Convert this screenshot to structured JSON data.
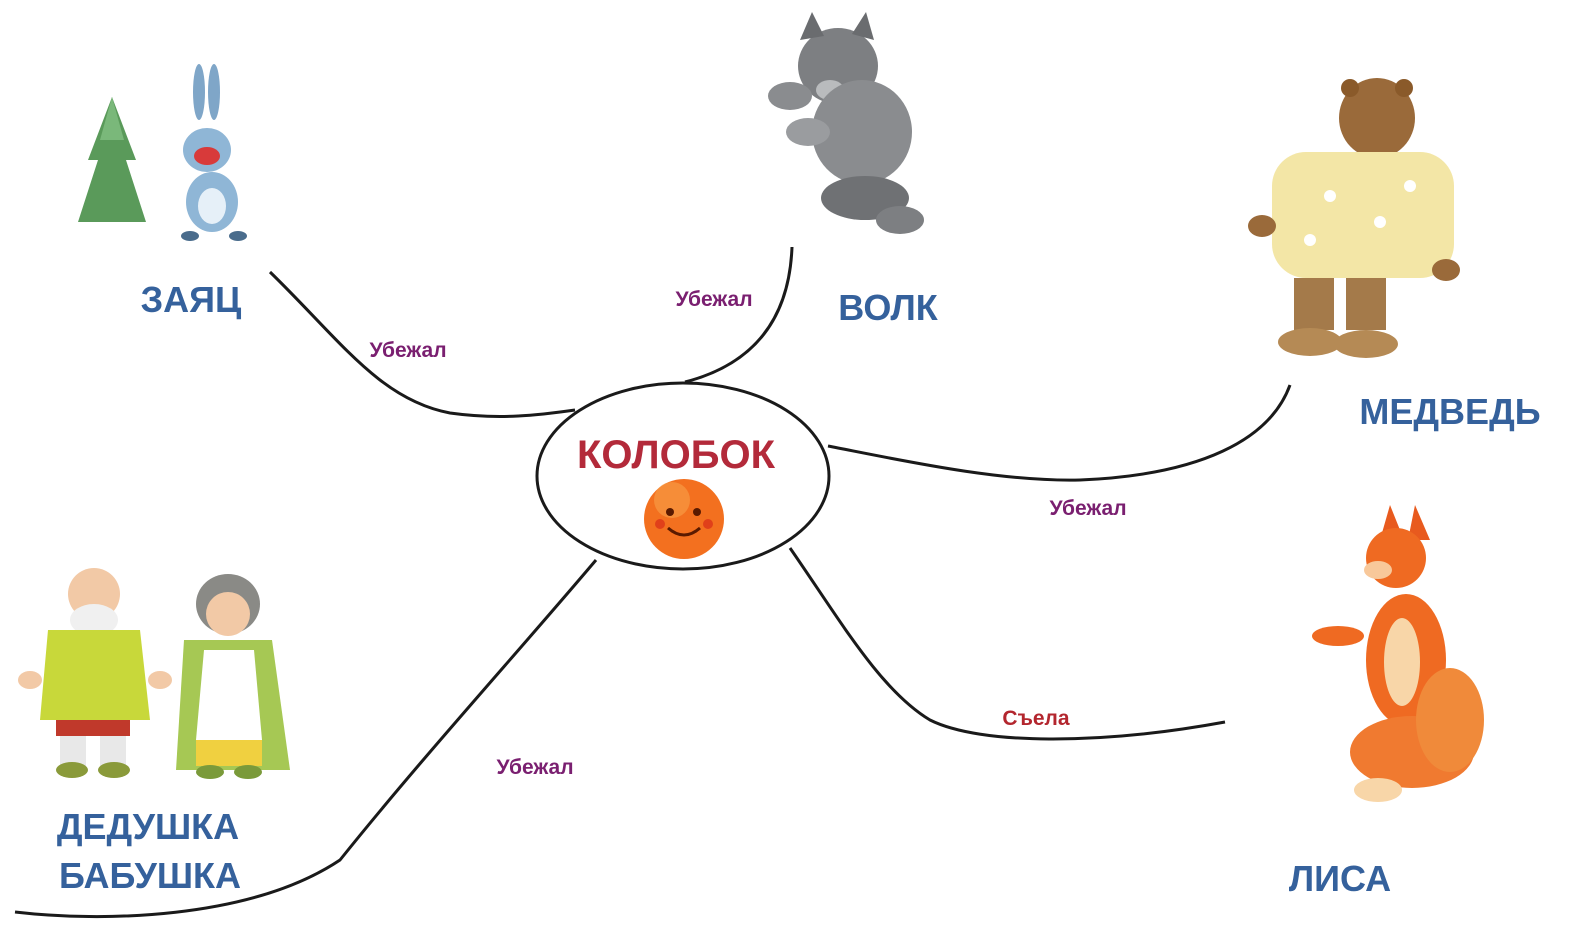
{
  "center": {
    "label": "КОЛОБОК"
  },
  "characters": {
    "hare": "ЗАЯЦ",
    "wolf": "ВОЛК",
    "bear": "МЕДВЕДЬ",
    "fox": "ЛИСА",
    "grandpa": "ДЕДУШКА",
    "grandma": "БАБУШКА"
  },
  "edges": {
    "hare": "Убежал",
    "wolf": "Убежал",
    "bear": "Убежал",
    "fox": "Съела",
    "grandparents": "Убежал"
  },
  "colors": {
    "character_label": "#35619c",
    "center_label": "#b32a3a",
    "edge_ran_away": "#7a1f70",
    "edge_ate": "#b3262e",
    "line": "#1a1a1a",
    "kolobok": "#f3701f",
    "fir_tree": "#5a9a5a"
  },
  "icons": [
    "fir-tree-icon",
    "hare-icon",
    "wolf-icon",
    "bear-icon",
    "fox-icon",
    "grandpa-icon",
    "grandma-icon",
    "kolobok-icon"
  ]
}
